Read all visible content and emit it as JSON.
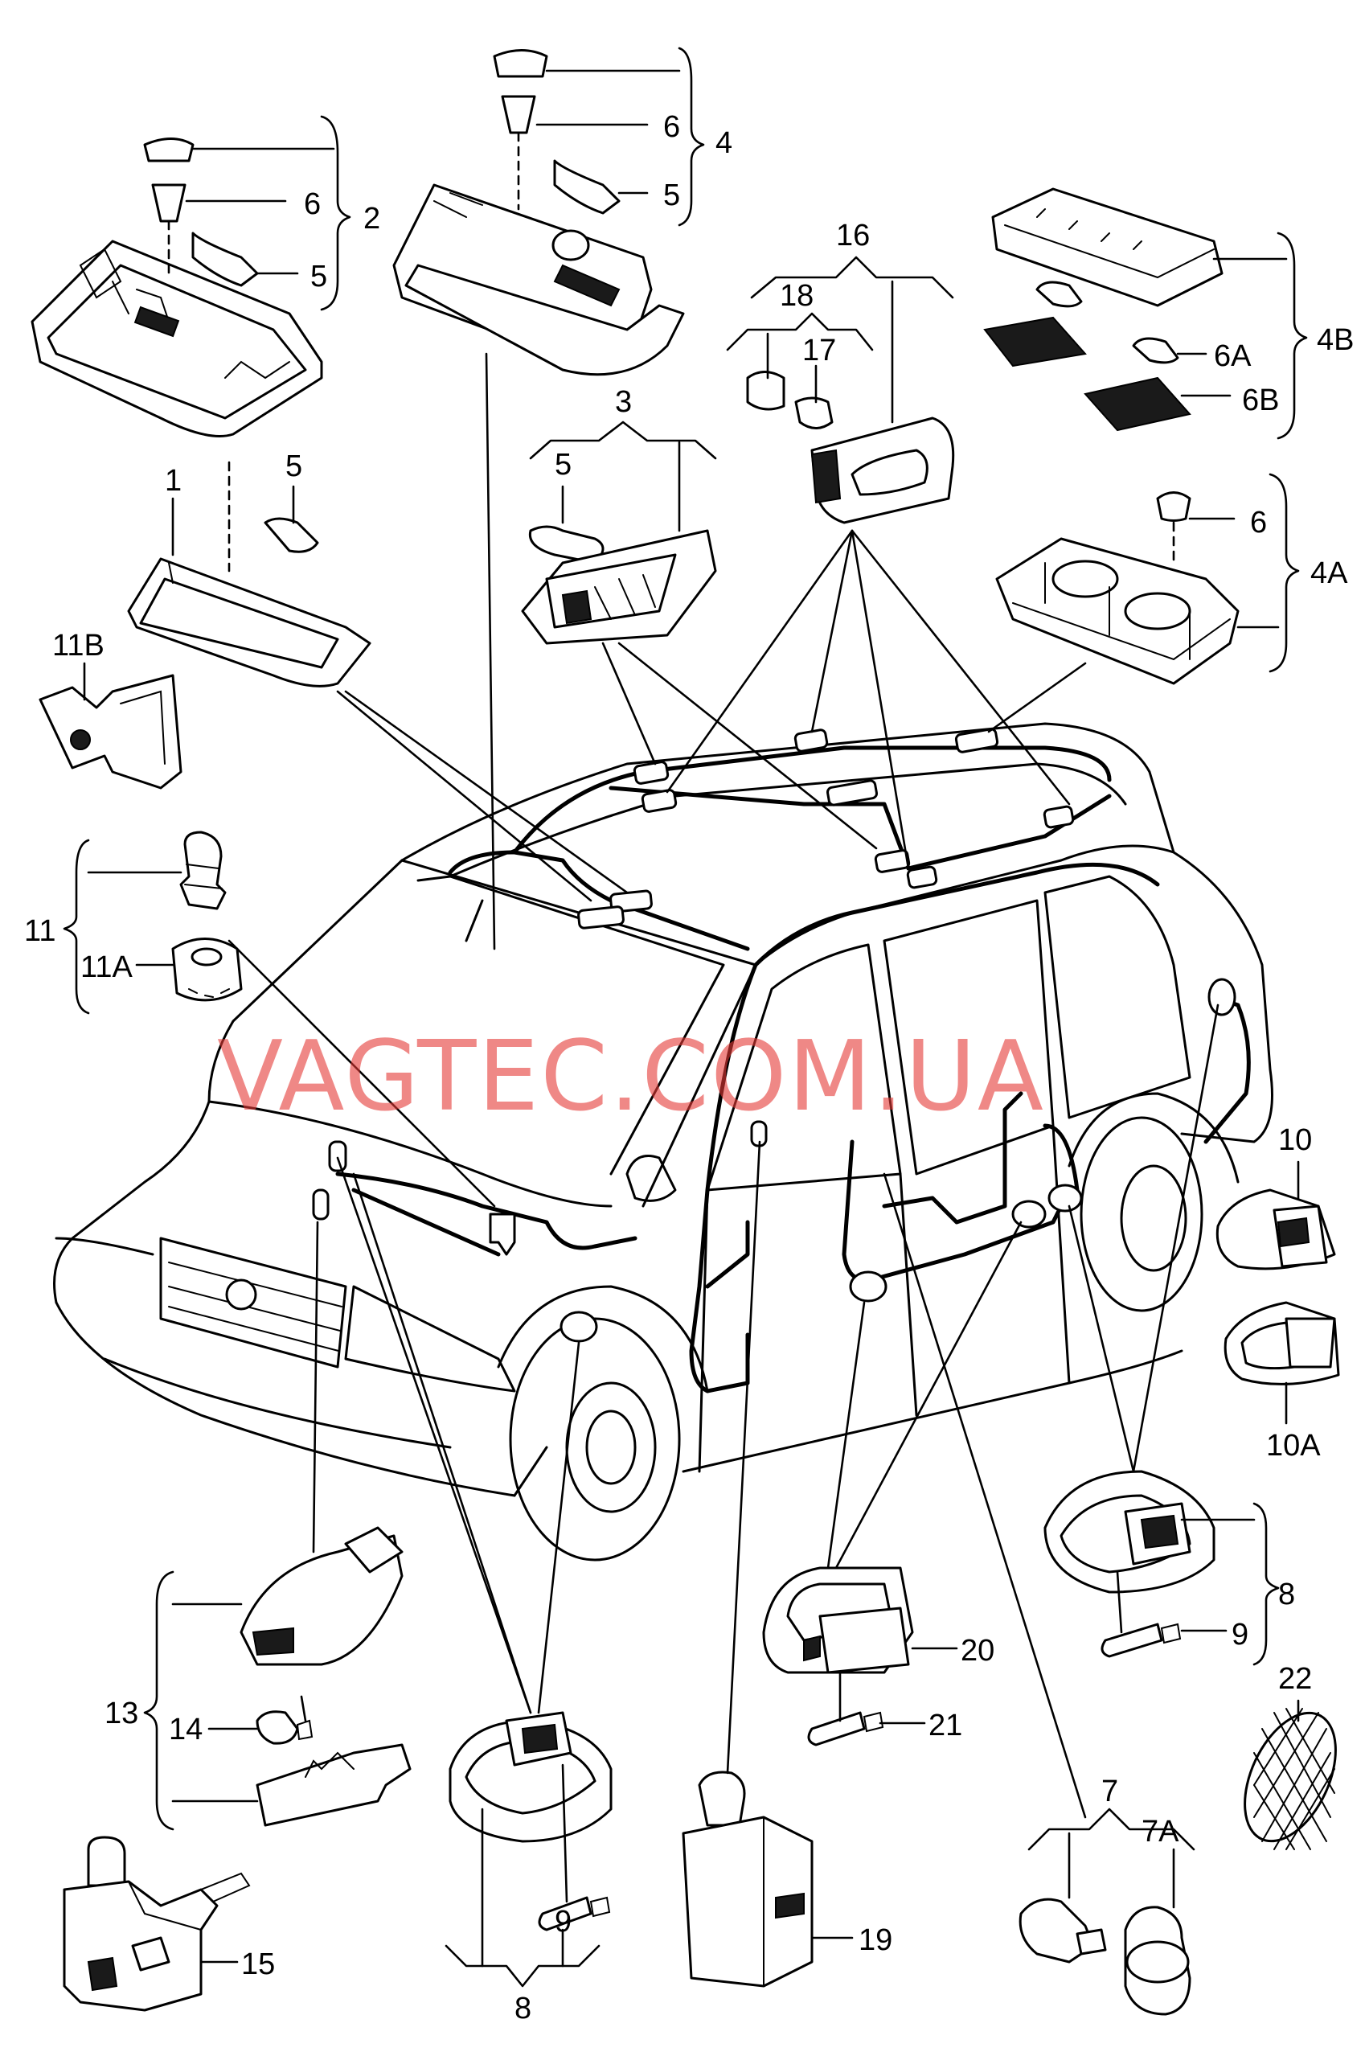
{
  "watermark": "VAGTEC.COM.UA",
  "watermark_color": "#e53935",
  "labels": {
    "l1": "1",
    "l2": "2",
    "l3": "3",
    "l4": "4",
    "l4A": "4A",
    "l4B": "4B",
    "l5a": "5",
    "l5b": "5",
    "l5c": "5",
    "l5d": "5",
    "l6a": "6",
    "l6b": "6",
    "l6c": "6",
    "l6A": "6A",
    "l6B": "6B",
    "l7": "7",
    "l7A": "7A",
    "l8a": "8",
    "l8b": "8",
    "l9a": "9",
    "l9b": "9",
    "l10": "10",
    "l10A": "10A",
    "l11": "11",
    "l11A": "11A",
    "l11B": "11B",
    "l13": "13",
    "l14": "14",
    "l15": "15",
    "l16": "16",
    "l17": "17",
    "l18": "18",
    "l19": "19",
    "l20": "20",
    "l21": "21",
    "l22": "22"
  }
}
